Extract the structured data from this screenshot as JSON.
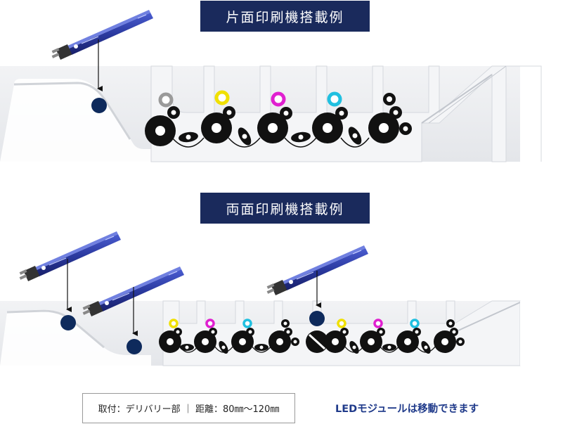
{
  "titles": {
    "single_sided": "片面印刷機搭載例",
    "double_sided": "両面印刷機搭載例"
  },
  "spec": {
    "mount_label": "取付：",
    "mount_value": "デリバリー部",
    "separator": "｜",
    "distance_label": "距離：",
    "distance_value": "80㎜～120㎜"
  },
  "note": "LEDモジュールは移動できます",
  "colors": {
    "title_bg": "#1a2a5c",
    "note_text": "#1f3a8a",
    "ink_gray": "#9a9a9a",
    "ink_yellow": "#f0e000",
    "ink_magenta": "#e020d0",
    "ink_cyan": "#20c0e0",
    "led_module_body": "#2b3aa0",
    "led_spot": "#0e2a5c"
  },
  "single_sided_ink_units": [
    "gray",
    "yellow",
    "magenta",
    "cyan",
    "black"
  ],
  "double_sided_ink_units": [
    "yellow",
    "magenta",
    "cyan",
    "black",
    "yellow",
    "magenta",
    "cyan",
    "black"
  ]
}
